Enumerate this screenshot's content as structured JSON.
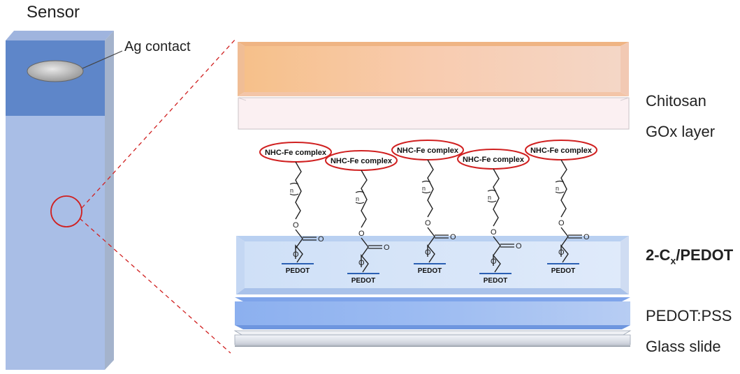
{
  "sensor": {
    "title": "Sensor",
    "contact_label": "Ag contact"
  },
  "layers": {
    "chitosan": "Chitosan",
    "gox": "GOx layer",
    "functionalized_prefix": "2-C",
    "functionalized_sub": "x",
    "functionalized_suffix": "/PEDOT",
    "pedot_pss": "PEDOT:PSS",
    "glass": "Glass slide"
  },
  "chains": [
    {
      "complex": "NHC-Fe complex",
      "base": "PEDOT",
      "n": "n"
    },
    {
      "complex": "NHC-Fe complex",
      "base": "PEDOT",
      "n": "n"
    },
    {
      "complex": "NHC-Fe complex",
      "base": "PEDOT",
      "n": "n"
    },
    {
      "complex": "NHC-Fe complex",
      "base": "PEDOT",
      "n": "n"
    },
    {
      "complex": "NHC-Fe complex",
      "base": "PEDOT",
      "n": "n"
    }
  ],
  "carbonyl_label": "O",
  "colors": {
    "highlight": "#d02020",
    "sensor_blue": "#8aa5d6",
    "contact_blue": "#5e86c9"
  }
}
